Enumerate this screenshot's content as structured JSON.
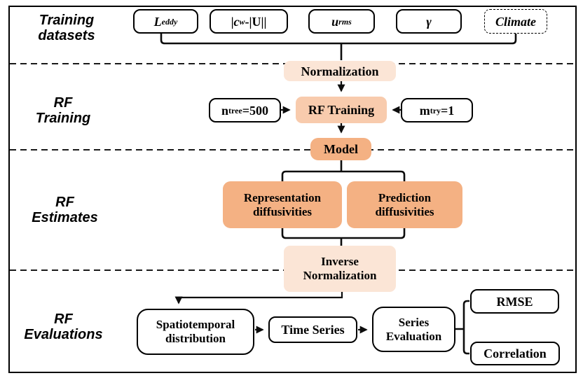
{
  "colors": {
    "box_light": "#FBE5D6",
    "box_medium": "#F8CBAD",
    "box_dark": "#F4B183",
    "line": "#000000",
    "background": "#FFFFFF"
  },
  "row_labels": {
    "training_datasets": "Training\ndatasets",
    "rf_training": "RF\nTraining",
    "rf_estimates": "RF\nEstimates",
    "rf_evaluations": "RF\nEvaluations"
  },
  "dataset_boxes": {
    "l_eddy_html": "<i>L</i><sub><i>eddy</i></sub>",
    "cw_minus_u_html": "|<i>c</i><sub><i>w</i></sub>-|U||",
    "u_rms_html": "<i>u</i><sub><i>rms</i></sub>",
    "gamma_html": "<i>γ</i>",
    "climate_html": "<i>Climate</i>"
  },
  "pipeline": {
    "normalization": "Normalization",
    "n_tree_html": "n<sub>tree</sub>=500",
    "rf_training": "RF Training",
    "m_try_html": "m<sub>try</sub>=1",
    "model": "Model",
    "representation_diffusivities": "Representation\ndiffusivities",
    "prediction_diffusivities": "Prediction\ndiffusivities",
    "inverse_normalization": "Inverse\nNormalization"
  },
  "evaluation": {
    "spatiotemporal_distribution": "Spatiotemporal\ndistribution",
    "time_series": "Time Series",
    "series_evaluation": "Series\nEvaluation",
    "rmse": "RMSE",
    "correlation": "Correlation"
  }
}
